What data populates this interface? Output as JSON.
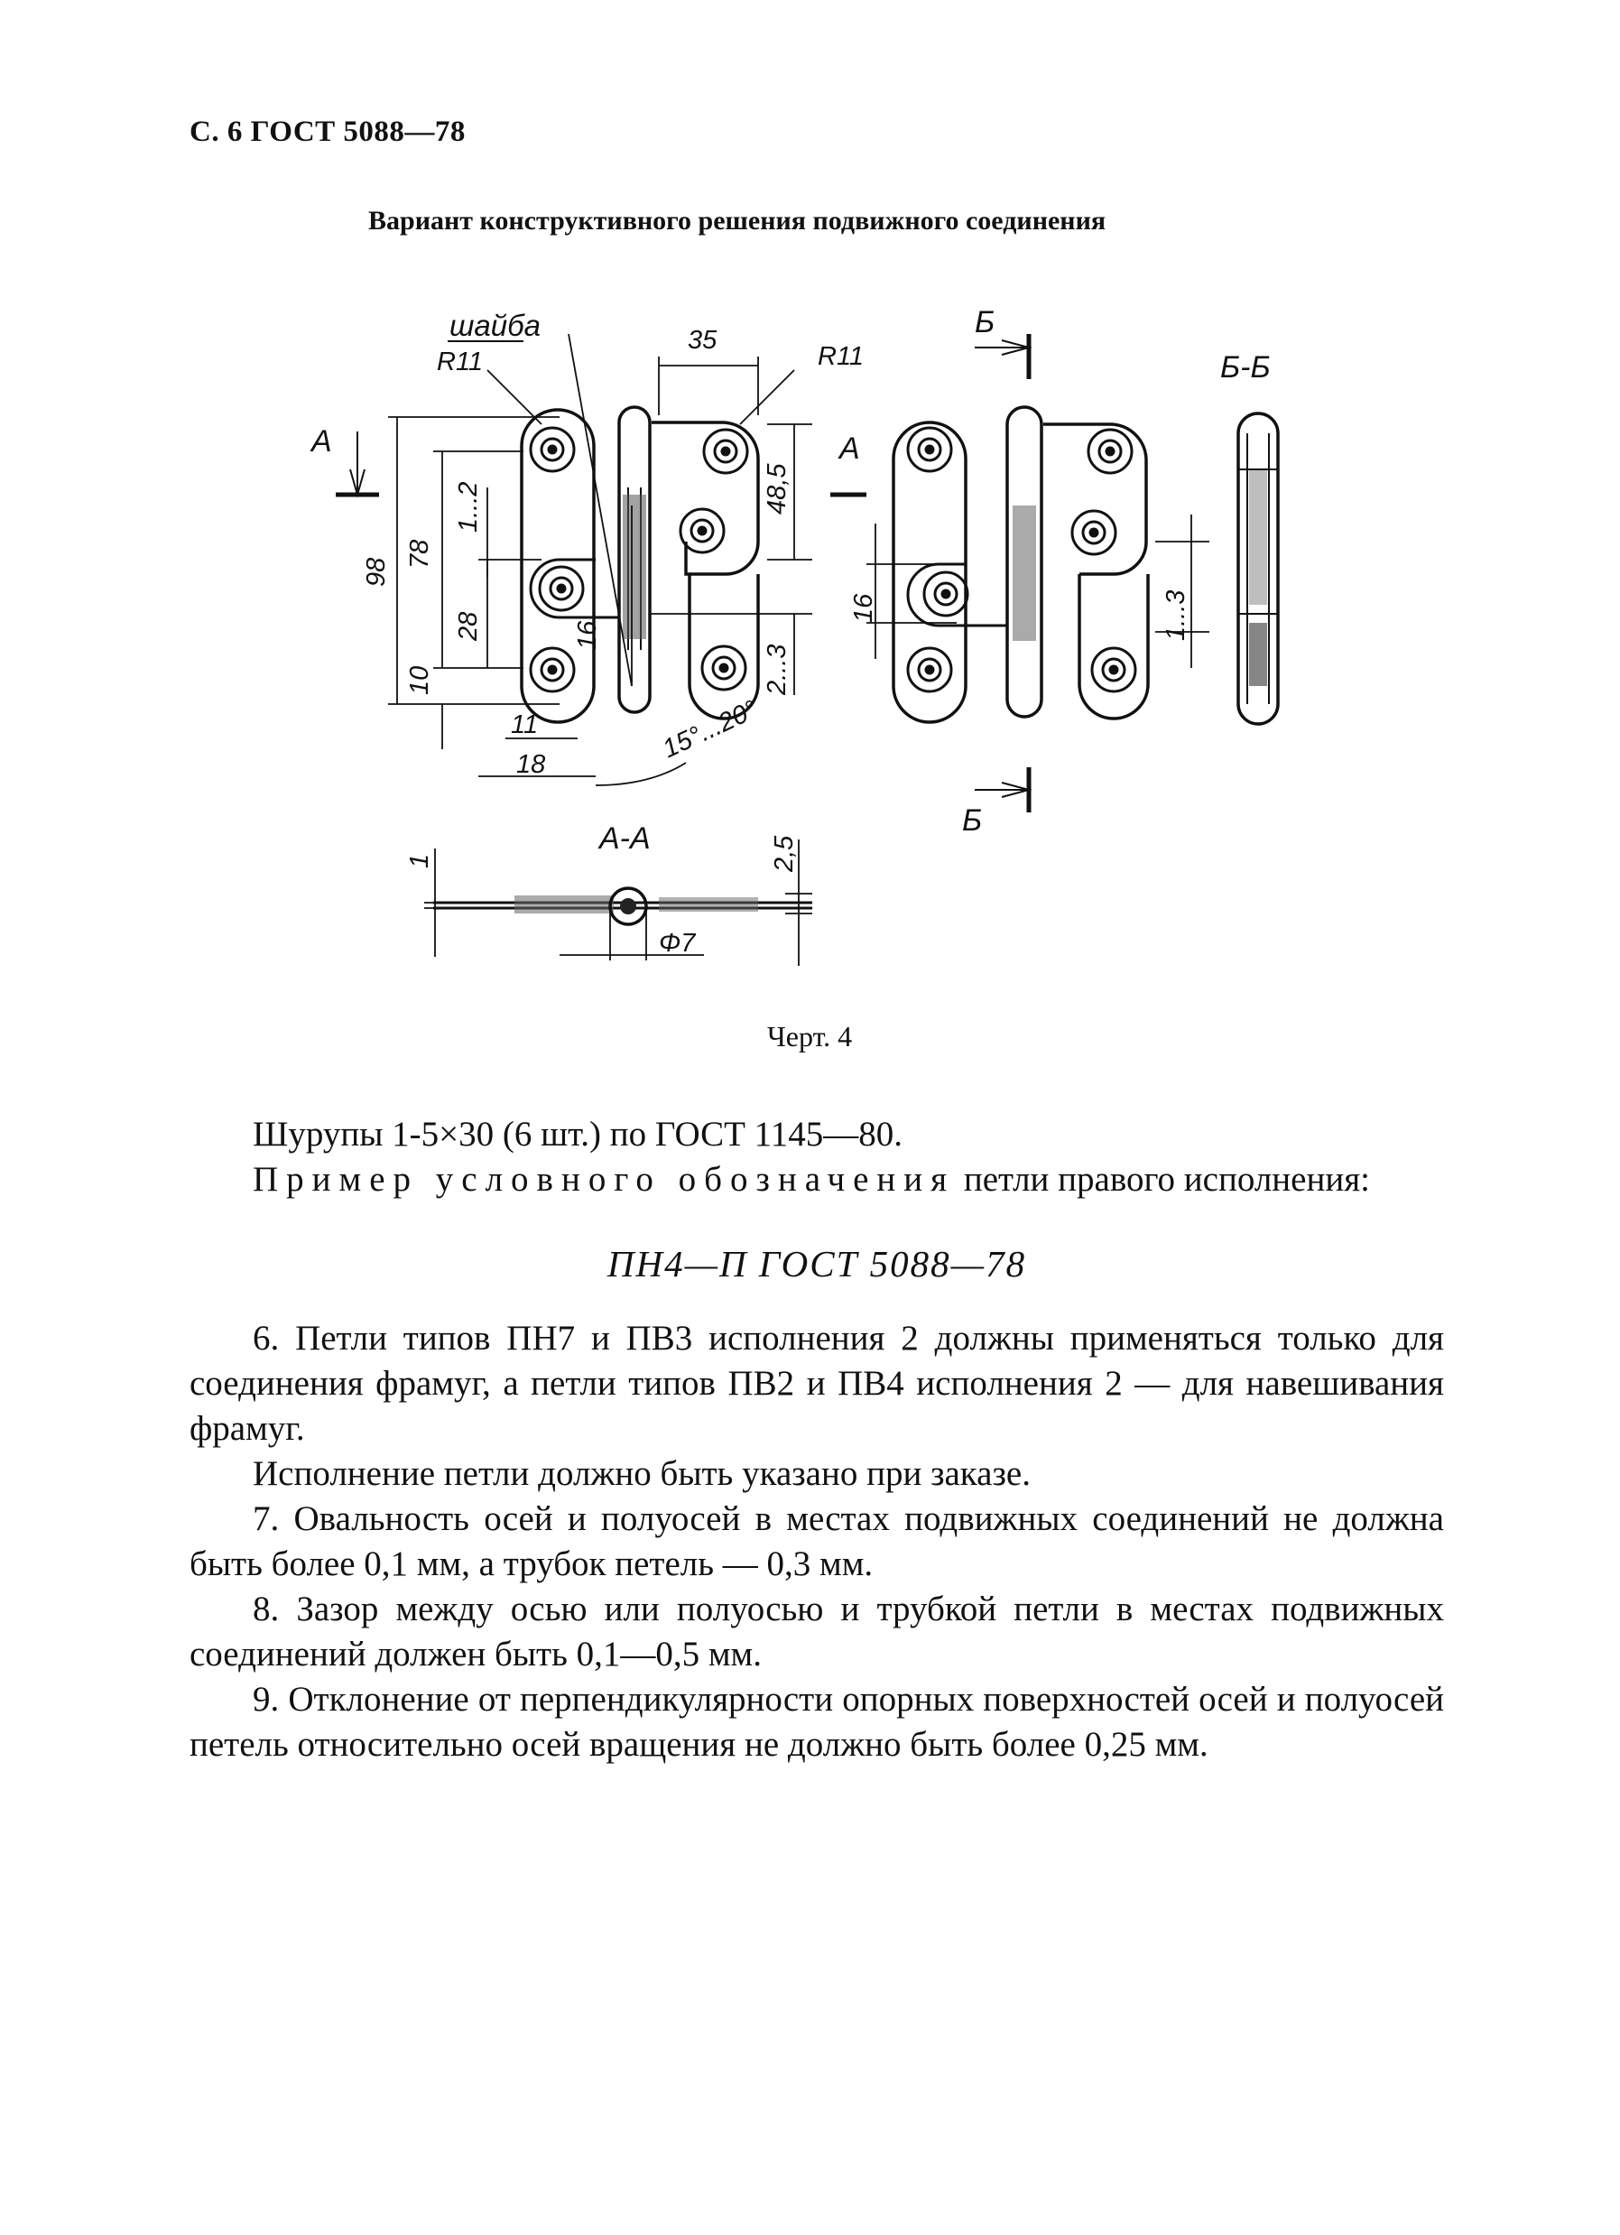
{
  "header": "С. 6 ГОСТ 5088—78",
  "subtitle": "Вариант конструктивного решения подвижного соединения",
  "drawing": {
    "labels": {
      "washer": "шайба",
      "r11_left": "R11",
      "r11_right": "R11",
      "dim_35": "35",
      "dim_48_5": "48,5",
      "dim_98": "98",
      "dim_78": "78",
      "dim_1_2": "1...2",
      "dim_28": "28",
      "dim_16_left": "16",
      "dim_10": "10",
      "dim_11": "11",
      "dim_18": "18",
      "dim_2_3": "2...3",
      "angle": "15°...20°",
      "view_a_left": "А",
      "view_a_right": "А",
      "view_b_top": "Б",
      "view_b_bottom": "Б",
      "section_bb": "Б-Б",
      "dim_16_mid": "16",
      "dim_1_3": "1...3",
      "section_aa": "А-А",
      "dim_1": "1",
      "dim_2_5": "2,5",
      "dim_phi7": "Φ7"
    }
  },
  "caption": "Черт. 4",
  "text": {
    "screws": "Шурупы 1-5×30 (6 шт.) по ГОСТ 1145—80.",
    "example_spaced": "Пример условного обозначения",
    "example_rest": " петли правого исполнения:",
    "designation": "ПН4—П ГОСТ 5088—78",
    "p6": "6. Петли типов ПН7 и ПВ3 исполнения 2 должны применяться только для соединения фрамуг, а петли типов ПВ2 и ПВ4 исполнения 2 — для навешивания фрамуг.",
    "p6b": "Исполнение петли должно быть указано при заказе.",
    "p7": "7. Овальность осей и полуосей в местах подвижных соединений не должна быть более 0,1 мм, а трубок петель — 0,3 мм.",
    "p8": "8. Зазор между осью или полуосью и трубкой петли в местах подвижных соединений должен быть 0,1—0,5 мм.",
    "p9": "9. Отклонение от перпендикулярности опорных поверхностей осей и полуосей петель относительно осей вращения не должно быть более 0,25 мм."
  }
}
